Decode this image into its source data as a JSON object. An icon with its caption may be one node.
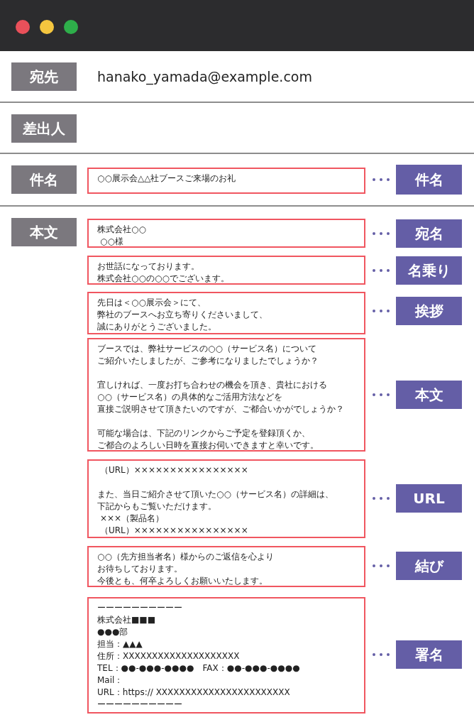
{
  "diagram": {
    "nodes": [
      {
        "text": [
          "宛先"
        ]
      },
      {
        "text": [
          "差出人"
        ]
      },
      {
        "text": [
          "件名"
        ]
      },
      {
        "text": [
          "○○展示会△△社ブースご来場のお礼"
        ]
      },
      {
        "text": [
          "件名"
        ]
      },
      {
        "text": [
          "本文"
        ]
      },
      {
        "text": [
          "株式会社○○",
          "○○様"
        ]
      },
      {
        "text": [
          "宛名"
        ]
      },
      {
        "text": [
          "お世話になっております。",
          "株式会社○○の○○でございます。"
        ]
      },
      {
        "text": [
          "名乗り"
        ]
      },
      {
        "text": [
          "先日は＜○○展示会＞にて、",
          "弊社のブースへお立ち寄りくださいまして、",
          "誠にありがとうございました。"
        ]
      },
      {
        "text": [
          "挨拶"
        ]
      },
      {
        "text": [
          "ブースでは、弊社サービスの○○（サービス名）について",
          "ご紹介いたしましたが、ご参考になりましたでしょうか？",
          "宜しければ、一度お打ち合わせの機会を頂き、貴社における",
          "○○（サービス名）の具体的なご活用方法などを",
          "直接ご説明させて頂きたいのですが、ご都合いかがでしょうか？",
          "可能な場合は、下記のリンクからご予定を登録頂くか、",
          "ご都合のよろしい日時を直接お伺いできますと幸いです。"
        ]
      },
      {
        "text": [
          "本文"
        ]
      },
      {
        "text": [
          "（URL）××××××××××××××××",
          "また、当日ご紹介させて頂いた○○（サービス名）の詳細は、",
          "下記からもご覧いただけます。",
          "×××（製品名）",
          "（URL）××××××××××××××××"
        ]
      },
      {
        "text": [
          "URL"
        ]
      },
      {
        "text": [
          "○○（先方担当者名）様からのご返信を心より",
          "お待ちしております。",
          "今後とも、何卒よろしくお願いいたします。"
        ]
      },
      {
        "text": [
          "結び"
        ]
      },
      {
        "text": [
          "ーーーーーーーーーー",
          "株式会社■■■",
          "●●●部",
          "担当：▲▲▲",
          "住所：XXXXXXXXXXXXXXXXXXXX",
          "TEL：●●-●●●-●●●●　FAX：●●-●●●-●●●●",
          "Mail：",
          "URL：https:// XXXXXXXXXXXXXXXXXXXXXXX",
          "ーーーーーーーーーー"
        ]
      },
      {
        "text": [
          "署名"
        ]
      }
    ],
    "edges": [
      {
        "from": 3,
        "to": 4,
        "arrow": "none",
        "style": "dashed"
      },
      {
        "from": 6,
        "to": 7,
        "arrow": "none",
        "style": "dashed"
      },
      {
        "from": 8,
        "to": 9,
        "arrow": "none",
        "style": "dashed"
      },
      {
        "from": 10,
        "to": 11,
        "arrow": "none",
        "style": "dashed"
      },
      {
        "from": 12,
        "to": 13,
        "arrow": "none",
        "style": "dashed"
      },
      {
        "from": 14,
        "to": 15,
        "arrow": "none",
        "style": "dashed"
      },
      {
        "from": 16,
        "to": 17,
        "arrow": "none",
        "style": "dashed"
      },
      {
        "from": 18,
        "to": 19,
        "arrow": "none",
        "style": "dashed"
      }
    ],
    "labels": [
      "hanako_yamada@example.com"
    ]
  }
}
